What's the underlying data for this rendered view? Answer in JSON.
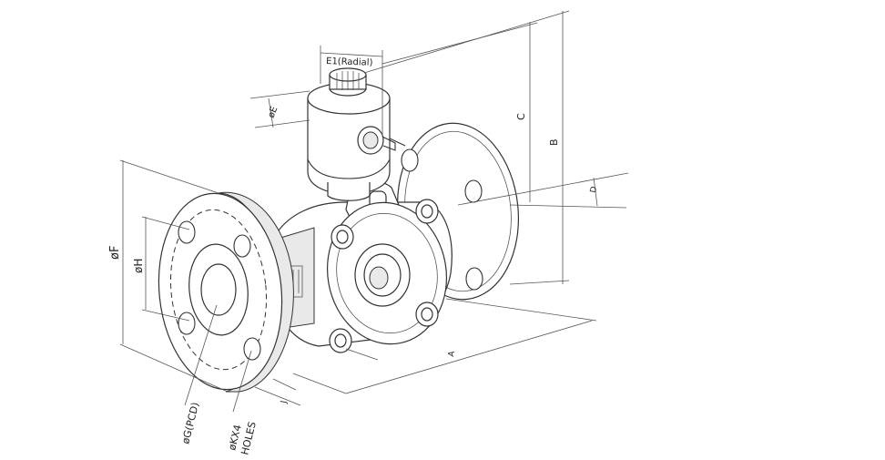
{
  "labels": {
    "e1": "E1(Radial)",
    "e": "øE",
    "c": "C",
    "b": "B",
    "d": "D",
    "f": "øF",
    "h": "øH",
    "a": "A",
    "j": "J",
    "g": "øG(PCD)",
    "k": "øKX4",
    "holes": "HOLES"
  }
}
